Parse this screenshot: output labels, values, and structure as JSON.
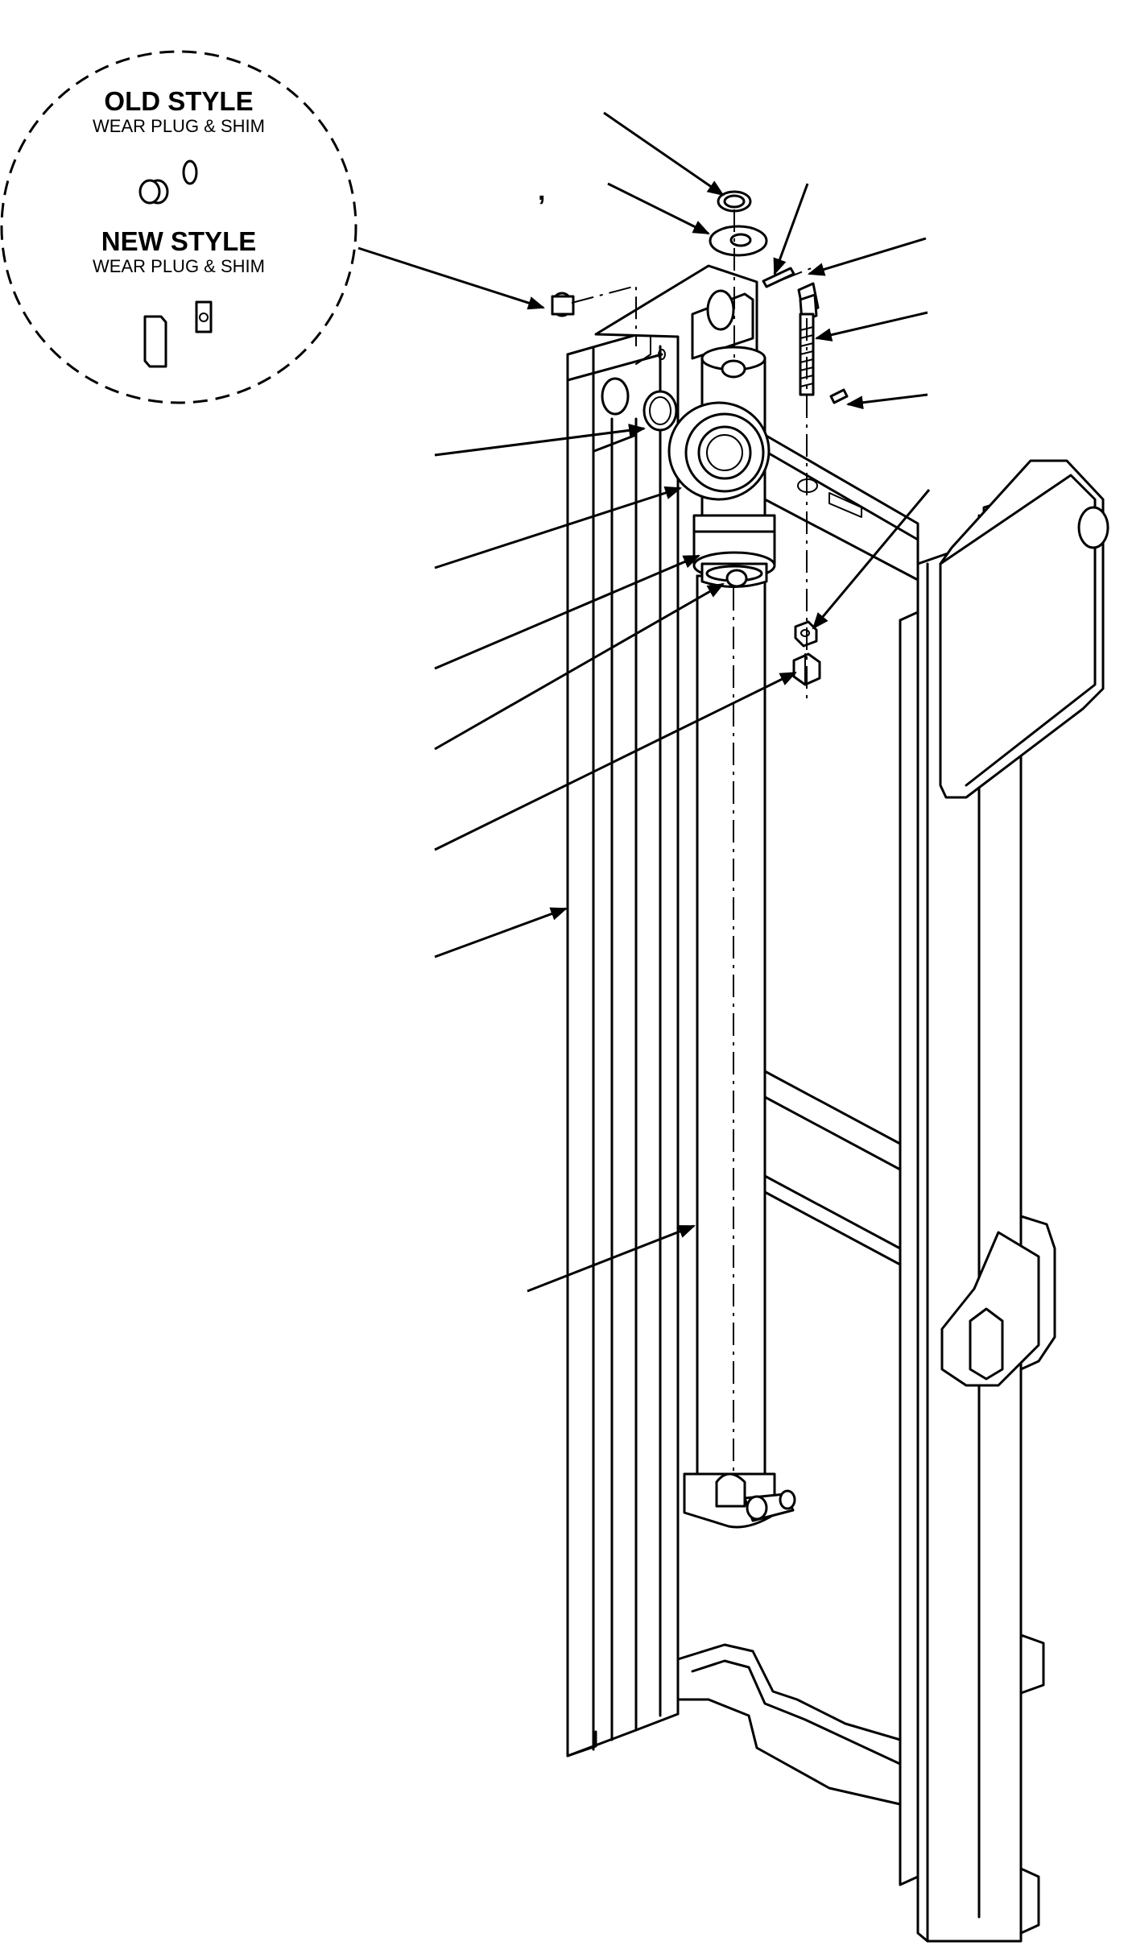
{
  "detail": {
    "old_title": "OLD STYLE",
    "old_sub": "WEAR PLUG & SHIM",
    "new_title": "NEW STYLE",
    "new_sub": "WEAR PLUG & SHIM"
  },
  "stray_mark": ","
}
